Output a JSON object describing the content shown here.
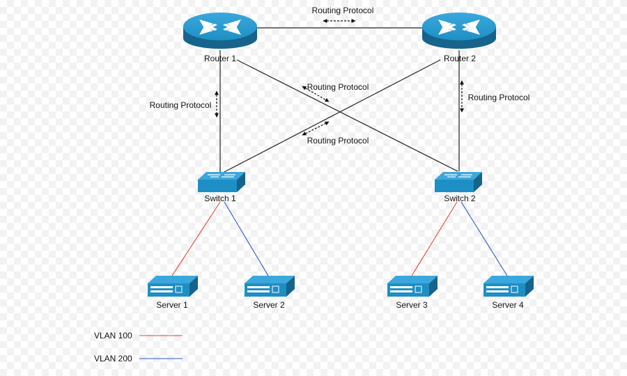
{
  "routers": [
    {
      "label": "Router 1"
    },
    {
      "label": "Router 2"
    }
  ],
  "switches": [
    {
      "label": "Switch 1"
    },
    {
      "label": "Switch 2"
    }
  ],
  "servers": [
    {
      "label": "Server 1"
    },
    {
      "label": "Server 2"
    },
    {
      "label": "Server 3"
    },
    {
      "label": "Server 4"
    }
  ],
  "protocol_labels": {
    "top": "Routing Protocol",
    "left": "Routing Protocol",
    "right": "Routing Protocol",
    "cross_upper": "Routing Protocol",
    "cross_lower": "Routing Protocol"
  },
  "legend": {
    "vlan100": "VLAN 100",
    "vlan200": "VLAN 200"
  },
  "colors": {
    "device_blue": "#1e8fc4",
    "device_dark": "#16638c",
    "vlan100": "#e0442a",
    "vlan200": "#2d56c9"
  }
}
